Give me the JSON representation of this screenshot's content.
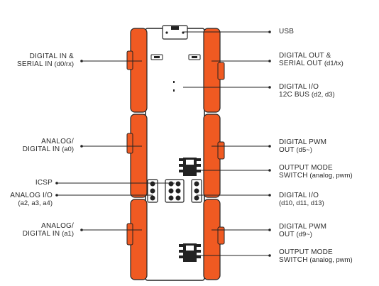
{
  "labels": {
    "usb": {
      "main": "USB"
    },
    "digital_in_serial": {
      "main": "DIGITAL IN &",
      "main2": "SERIAL IN",
      "sub": "(d0/rx)"
    },
    "digital_out_serial": {
      "main": "DIGITAL OUT &",
      "main2": "SERIAL OUT",
      "sub": "(d1/tx)"
    },
    "digital_io_i2c": {
      "main": "DIGITAL I/O",
      "main2": "12C BUS",
      "sub": "(d2, d3)"
    },
    "analog_digital_in_a0": {
      "main": "ANALOG/",
      "main2": "DIGITAL IN",
      "sub": "(a0)"
    },
    "digital_pwm_d5": {
      "main": "DIGITAL PWM",
      "main2": "OUT",
      "sub": "(d5~)"
    },
    "output_mode_1": {
      "main": "OUTPUT MODE",
      "main2": "SWITCH",
      "sub": "(analog, pwm)"
    },
    "icsp": {
      "main": "ICSP"
    },
    "analog_io": {
      "main": "ANALOG I/O",
      "sub": "(a2, a3, a4)"
    },
    "digital_io_d10": {
      "main": "DIGITAL I/O",
      "sub": "(d10, d11, d13)"
    },
    "analog_digital_in_a1": {
      "main": "ANALOG/",
      "main2": "DIGITAL IN",
      "sub": "(a1)"
    },
    "digital_pwm_d9": {
      "main": "DIGITAL PWM",
      "main2": "OUT",
      "sub": "(d9~)"
    },
    "output_mode_2": {
      "main": "OUTPUT MODE",
      "main2": "SWITCH",
      "sub": "(analog, pwm)"
    }
  },
  "colors": {
    "connector": "#f05a22",
    "outline": "#222222",
    "line": "#222222"
  }
}
